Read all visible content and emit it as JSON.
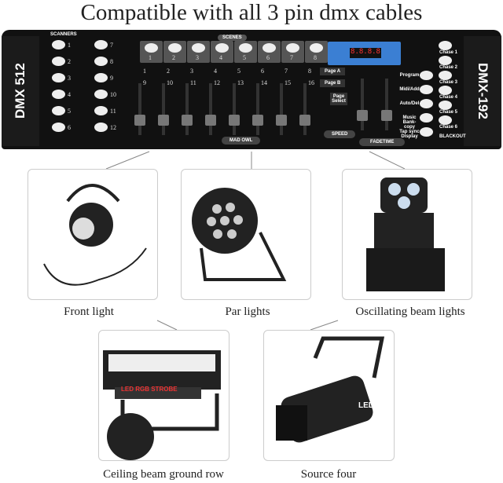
{
  "title": "Compatible with all 3 pin dmx cables",
  "controller": {
    "left_label": "DMX 512",
    "right_label": "DMX-192",
    "scanners_label": "SCANNERS",
    "scenes_label": "SCENES",
    "scanners": [
      "1",
      "2",
      "3",
      "4",
      "5",
      "6",
      "7",
      "8",
      "9",
      "10",
      "11",
      "12"
    ],
    "scenes": [
      "1",
      "2",
      "3",
      "4",
      "5",
      "6",
      "7",
      "8"
    ],
    "channels_top": [
      "1",
      "2",
      "3",
      "4",
      "5",
      "6",
      "7",
      "8"
    ],
    "channels_bottom": [
      "9",
      "10",
      "11",
      "12",
      "13",
      "14",
      "15",
      "16"
    ],
    "page_a": "Page A",
    "page_b": "Page B",
    "page_select": "Page Select",
    "display": "8.8.8.8",
    "brand": "MAD OWL",
    "speed": "SPEED",
    "fadetime": "FADETIME",
    "func_buttons": [
      "Program",
      "Midi/Add",
      "Auto/Del",
      "Music Bank-copy",
      "Tap sync Display"
    ],
    "chases": [
      "Chase 1",
      "Chase 2",
      "Chase 3",
      "Chase 4",
      "Chase 5",
      "Chase 6"
    ],
    "blackout": "BLACKOUT"
  },
  "products": [
    {
      "caption": "Front light"
    },
    {
      "caption": "Par lights"
    },
    {
      "caption": "Oscillating beam lights"
    },
    {
      "caption": "Ceiling beam ground row"
    },
    {
      "caption": "Source four"
    }
  ],
  "strobe_label": "LED RGB STROBE",
  "source_label": "LED"
}
